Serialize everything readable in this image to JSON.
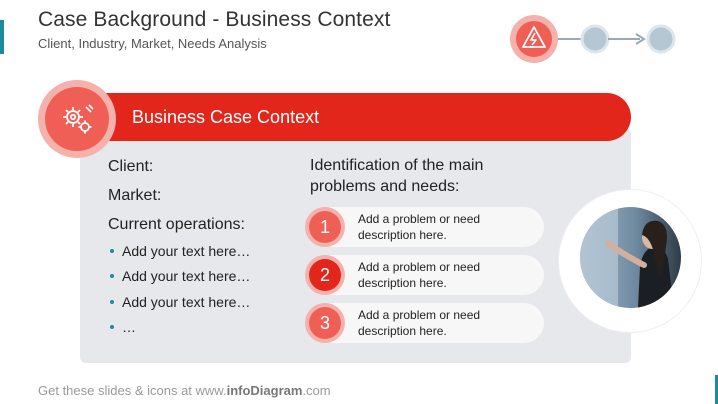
{
  "header": {
    "title": "Case Background - Business Context",
    "subtitle": "Client, Industry, Market, Needs Analysis"
  },
  "progress": {
    "steps": 3,
    "current": 1,
    "icon": "lightning-warning-icon",
    "active_color": "#e3261b",
    "inactive_color": "#b5c7d3"
  },
  "banner": {
    "title": "Business Case Context",
    "icon": "gears-icon"
  },
  "left_column": {
    "client_label": "Client:",
    "market_label": "Market:",
    "operations_label": "Current operations:",
    "bullets": [
      "Add your text here…",
      "Add your text here…",
      "Add your text here…",
      "…"
    ]
  },
  "right_column": {
    "heading_line1": "Identification of the main",
    "heading_line2": "problems and needs:",
    "items": [
      {
        "number": "1",
        "line1": "Add a problem or need",
        "line2": "description here."
      },
      {
        "number": "2",
        "line1": "Add a problem or need",
        "line2": "description here."
      },
      {
        "number": "3",
        "line1": "Add a problem or need",
        "line2": "description here."
      }
    ]
  },
  "footer": {
    "prefix": "Get these slides & icons at www.",
    "brand": "infoDiagram",
    "suffix": ".com"
  },
  "colors": {
    "accent": "#e3261b",
    "accent_light": "#ef5f55",
    "accent_pale": "#f5b1ab",
    "panel": "#e6e8eb",
    "teal": "#1e8aa0"
  }
}
